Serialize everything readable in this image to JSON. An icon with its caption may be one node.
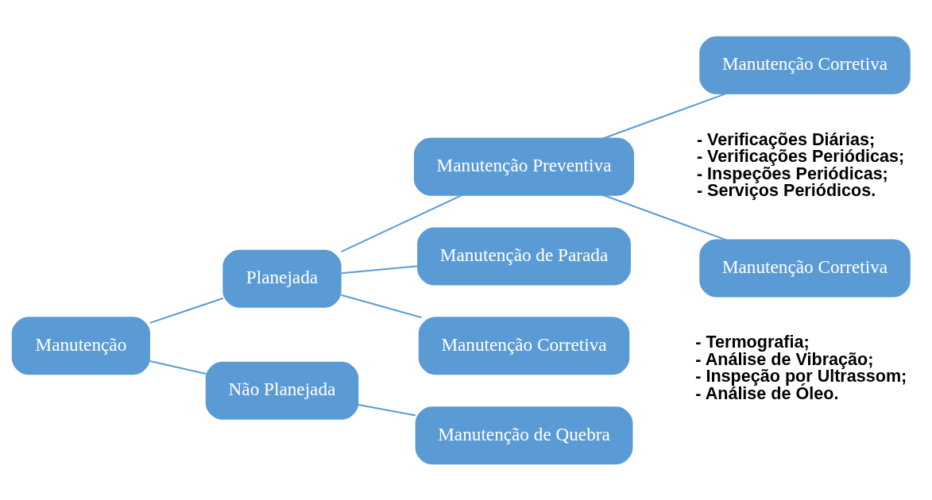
{
  "diagram": {
    "nodes": [
      {
        "text": [
          "Manutenção"
        ]
      },
      {
        "text": [
          "Planejada"
        ]
      },
      {
        "text": [
          "Não Planejada"
        ]
      },
      {
        "text": [
          "Manutenção Preventiva"
        ]
      },
      {
        "text": [
          "Manutenção de Parada"
        ]
      },
      {
        "text": [
          "Manutenção Corretiva"
        ]
      },
      {
        "text": [
          "Manutenção Corretiva"
        ],
        "beside": [
          "- Verificações Diárias;",
          "- Verificações Periódicas;",
          "- Inspeções Periódicas;",
          "- Serviços Periódicos."
        ]
      },
      {
        "text": [
          "Manutenção Corretiva"
        ],
        "beside": [
          "- Termografia;",
          "- Análise de Vibração;",
          "- Inspeção por Ultrassom;",
          "- Análise de Óleo."
        ]
      },
      {
        "text": [
          "Manutenção de Quebra"
        ]
      }
    ],
    "edges": [
      {
        "from": 0,
        "to": 1,
        "arrow": "none"
      },
      {
        "from": 0,
        "to": 2,
        "arrow": "none"
      },
      {
        "from": 1,
        "to": 3,
        "arrow": "none"
      },
      {
        "from": 1,
        "to": 4,
        "arrow": "none"
      },
      {
        "from": 1,
        "to": 5,
        "arrow": "none"
      },
      {
        "from": 3,
        "to": 6,
        "arrow": "none"
      },
      {
        "from": 3,
        "to": 7,
        "arrow": "none"
      },
      {
        "from": 2,
        "to": 8,
        "arrow": "none"
      }
    ]
  }
}
